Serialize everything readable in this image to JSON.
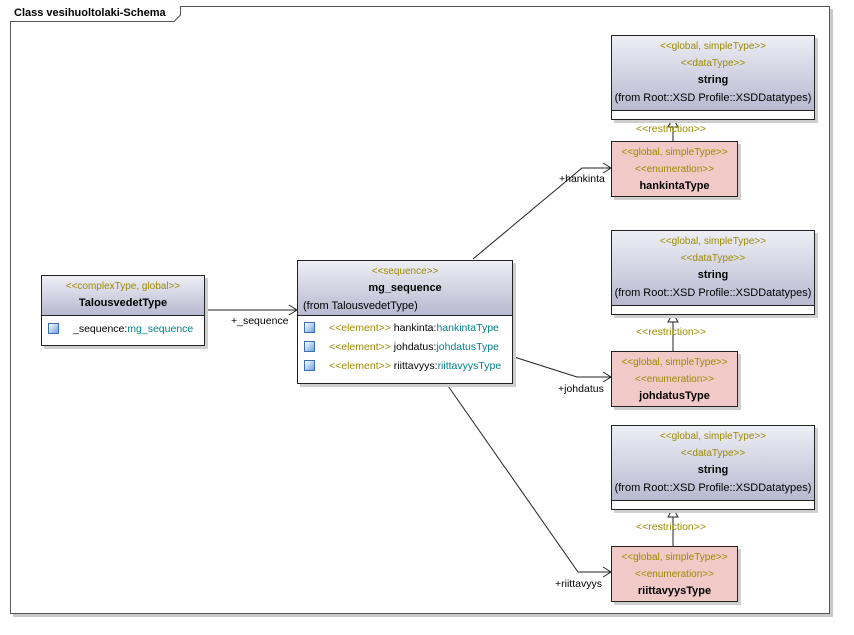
{
  "frame_title": "Class vesihuoltolaki-Schema",
  "classes": {
    "talousvedet": {
      "stereotype": "<<complexType, global>>",
      "name": "TalousvedetType",
      "attr_name": "_sequence:",
      "attr_type": "mg_sequence"
    },
    "mg_sequence": {
      "stereotype": "<<sequence>>",
      "name": "mg_sequence",
      "from": "(from TalousvedetType)",
      "attrs": [
        {
          "kw": "<<element>>",
          "name": " hankinta:",
          "type": "hankintaType"
        },
        {
          "kw": "<<element>>",
          "name": " johdatus:",
          "type": "johdatusType"
        },
        {
          "kw": "<<element>>",
          "name": " riittavyys:",
          "type": "riittavyysType"
        }
      ]
    },
    "string_boxes": [
      {
        "stereotype1": "<<global, simpleType>>",
        "stereotype2": "<<dataType>>",
        "name": "string",
        "from": "(from Root::XSD Profile::XSDDatatypes)"
      },
      {
        "stereotype1": "<<global, simpleType>>",
        "stereotype2": "<<dataType>>",
        "name": "string",
        "from": "(from Root::XSD Profile::XSDDatatypes)"
      },
      {
        "stereotype1": "<<global, simpleType>>",
        "stereotype2": "<<dataType>>",
        "name": "string",
        "from": "(from Root::XSD Profile::XSDDatatypes)"
      }
    ],
    "enum_boxes": [
      {
        "stereotype1": "<<global, simpleType>>",
        "stereotype2": "<<enumeration>>",
        "name": "hankintaType"
      },
      {
        "stereotype1": "<<global, simpleType>>",
        "stereotype2": "<<enumeration>>",
        "name": "johdatusType"
      },
      {
        "stereotype1": "<<global, simpleType>>",
        "stereotype2": "<<enumeration>>",
        "name": "riittavyysType"
      }
    ]
  },
  "edge_labels": {
    "sequence": "+_sequence",
    "hankinta": "+hankinta",
    "johdatus": "+johdatus",
    "riittavyys": "+riittavyys",
    "restriction": "<<restriction>>"
  }
}
